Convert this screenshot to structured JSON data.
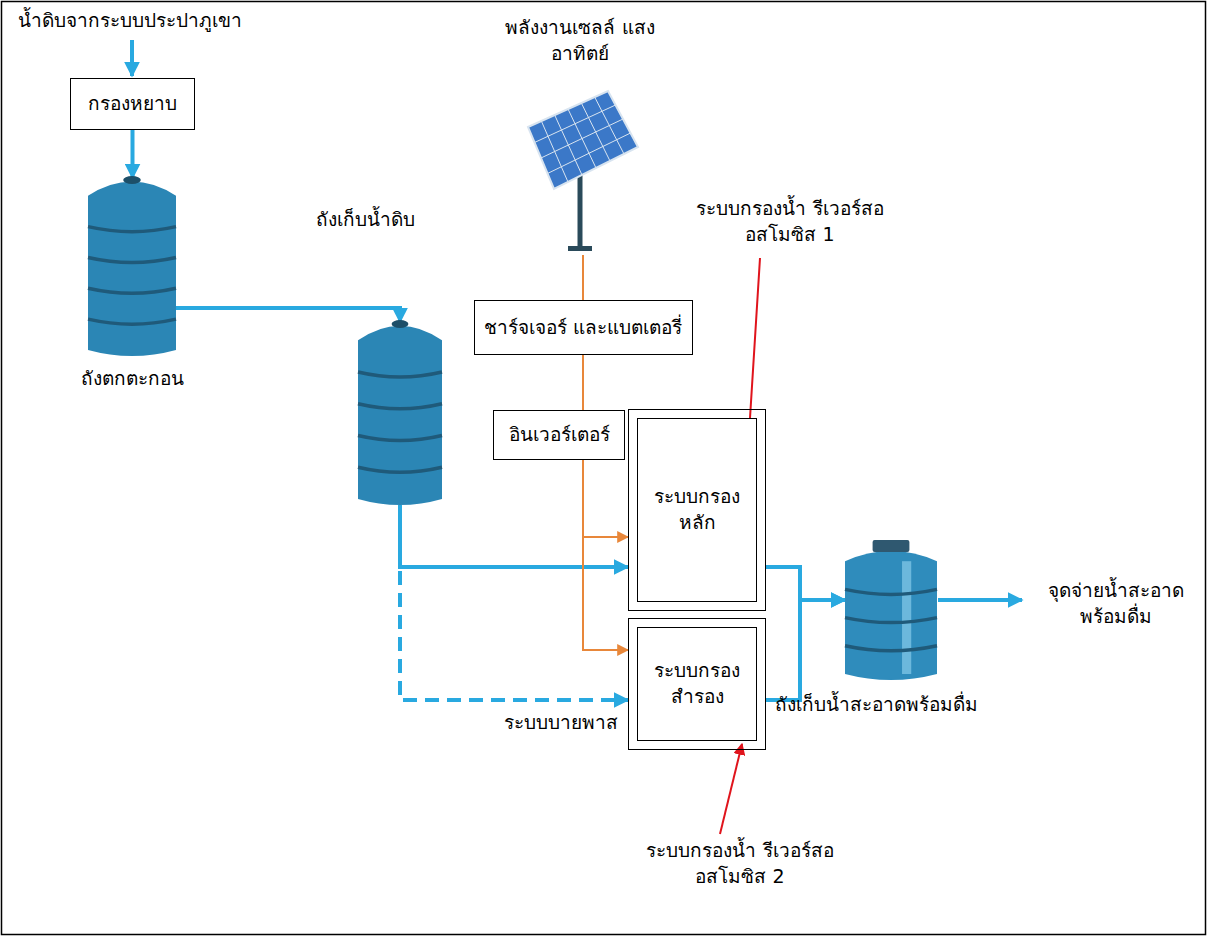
{
  "diagram": {
    "nodes": [
      {
        "text": [
          "กรองหยาบ"
        ]
      },
      {
        "text": [
          "ถังตกตะกอน"
        ]
      },
      {
        "text": [
          "ถังเก็บน้ำดิบ"
        ]
      },
      {
        "text": [
          "พลังงานเซลล์ แสงอาทิตย์"
        ]
      },
      {
        "text": [
          "ชาร์จเจอร์ และแบตเตอรี่"
        ]
      },
      {
        "text": [
          "อินเวอร์เตอร์"
        ]
      },
      {
        "text": [
          "ระบบกรอง หลัก"
        ]
      },
      {
        "text": [
          "ระบบกรอง สำรอง"
        ]
      },
      {
        "text": [
          "ถังเก็บน้ำสะอาดพร้อมดื่ม"
        ]
      }
    ],
    "edges": [
      {
        "from": 0,
        "to": 1,
        "arrow": "to"
      },
      {
        "from": 1,
        "to": 2,
        "arrow": "to"
      },
      {
        "from": 2,
        "to": 6,
        "arrow": "to"
      },
      {
        "from": 2,
        "to": 7,
        "arrow": "to"
      },
      {
        "from": 3,
        "to": 4,
        "arrow": "none"
      },
      {
        "from": 4,
        "to": 5,
        "arrow": "none"
      },
      {
        "from": 5,
        "to": 6,
        "arrow": "to"
      },
      {
        "from": 5,
        "to": 7,
        "arrow": "to"
      },
      {
        "from": 6,
        "to": 8,
        "arrow": "to"
      },
      {
        "from": 7,
        "to": 8,
        "arrow": "to"
      }
    ],
    "labels": [
      "น้ำดิบจากระบบประปาภูเขา",
      "ระบบกรองน้ำ รีเวอร์สออสโมซิส 1",
      "ระบบบายพาส",
      "ระบบกรองน้ำ รีเวอร์สออสโมซิส 2",
      "จุดจ่ายน้ำสะอาด พร้อมดื่ม"
    ]
  }
}
